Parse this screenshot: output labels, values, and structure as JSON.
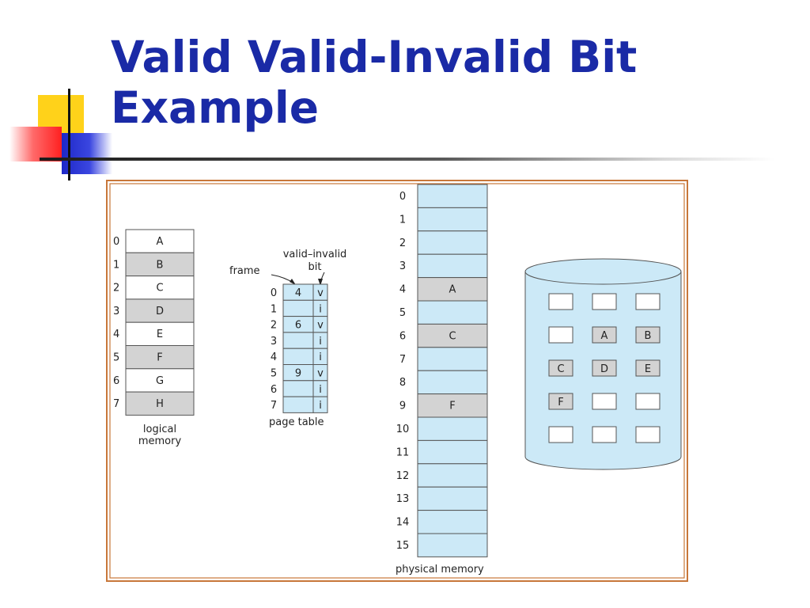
{
  "title": {
    "line1": "Valid Valid-Invalid Bit",
    "line2": "Example"
  },
  "diagram": {
    "logical_memory": {
      "label_line1": "logical",
      "label_line2": "memory",
      "pages": [
        {
          "index": "0",
          "label": "A"
        },
        {
          "index": "1",
          "label": "B"
        },
        {
          "index": "2",
          "label": "C"
        },
        {
          "index": "3",
          "label": "D"
        },
        {
          "index": "4",
          "label": "E"
        },
        {
          "index": "5",
          "label": "F"
        },
        {
          "index": "6",
          "label": "G"
        },
        {
          "index": "7",
          "label": "H"
        }
      ]
    },
    "page_table": {
      "frame_label": "frame",
      "valid_label_line1": "valid–invalid",
      "valid_label_line2": "bit",
      "caption": "page table",
      "rows": [
        {
          "index": "0",
          "frame": "4",
          "bit": "v"
        },
        {
          "index": "1",
          "frame": "",
          "bit": "i"
        },
        {
          "index": "2",
          "frame": "6",
          "bit": "v"
        },
        {
          "index": "3",
          "frame": "",
          "bit": "i"
        },
        {
          "index": "4",
          "frame": "",
          "bit": "i"
        },
        {
          "index": "5",
          "frame": "9",
          "bit": "v"
        },
        {
          "index": "6",
          "frame": "",
          "bit": "i"
        },
        {
          "index": "7",
          "frame": "",
          "bit": "i"
        }
      ]
    },
    "physical_memory": {
      "caption": "physical memory",
      "frames": [
        {
          "index": "0",
          "label": ""
        },
        {
          "index": "1",
          "label": ""
        },
        {
          "index": "2",
          "label": ""
        },
        {
          "index": "3",
          "label": ""
        },
        {
          "index": "4",
          "label": "A"
        },
        {
          "index": "5",
          "label": ""
        },
        {
          "index": "6",
          "label": "C"
        },
        {
          "index": "7",
          "label": ""
        },
        {
          "index": "8",
          "label": ""
        },
        {
          "index": "9",
          "label": "F"
        },
        {
          "index": "10",
          "label": ""
        },
        {
          "index": "11",
          "label": ""
        },
        {
          "index": "12",
          "label": ""
        },
        {
          "index": "13",
          "label": ""
        },
        {
          "index": "14",
          "label": ""
        },
        {
          "index": "15",
          "label": ""
        }
      ]
    },
    "disk": {
      "rows": [
        [
          "",
          "",
          ""
        ],
        [
          "",
          "A",
          "B"
        ],
        [
          "C",
          "D",
          "E"
        ],
        [
          "F",
          "",
          ""
        ],
        [
          "",
          "",
          ""
        ]
      ]
    }
  },
  "colors": {
    "title": "#1a2aa6",
    "frame_border": "#c8773a",
    "light_blue": "#cce9f7",
    "gray": "#d3d3d3",
    "cell_stroke": "#555555"
  }
}
